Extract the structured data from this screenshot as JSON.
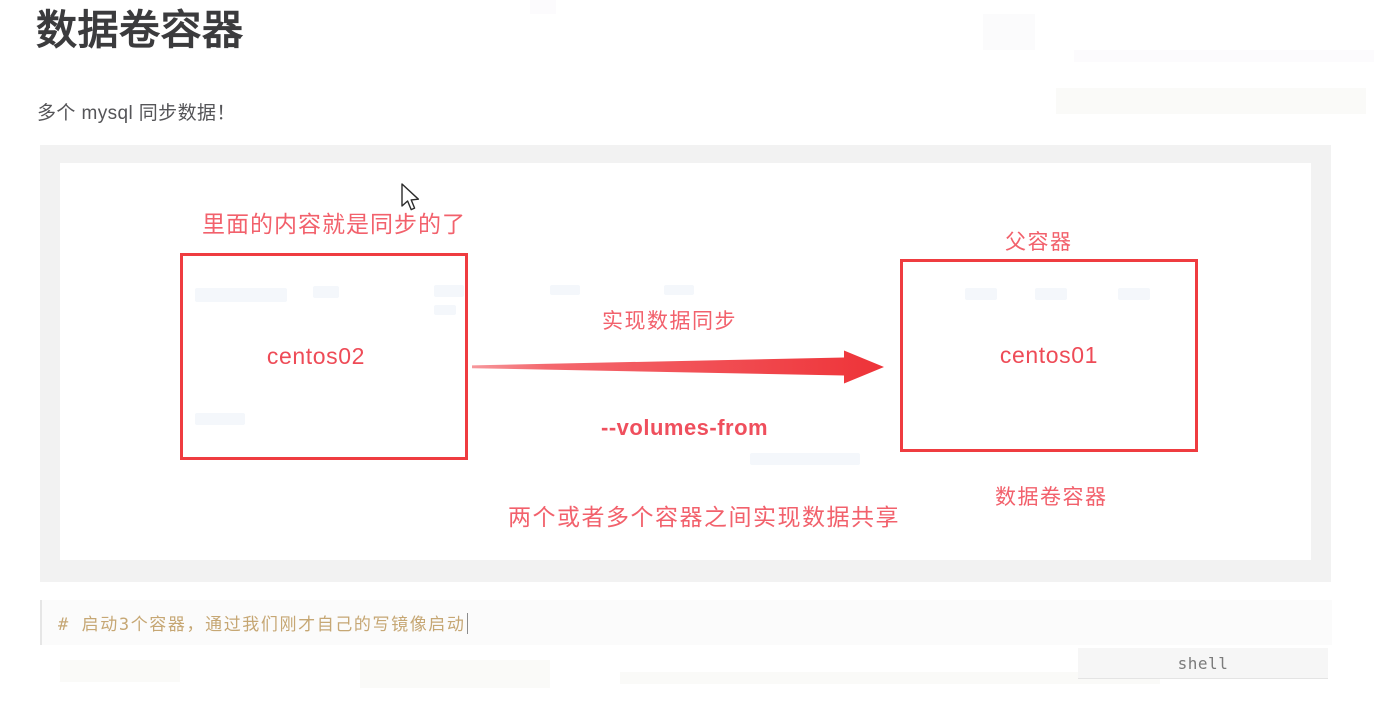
{
  "page": {
    "title": "数据卷容器",
    "subtitle": "多个 mysql 同步数据！"
  },
  "diagram": {
    "left_box": {
      "label": "centos02",
      "caption_above": "里面的内容就是同步的了"
    },
    "right_box": {
      "label": "centos01",
      "caption_above": "父容器",
      "caption_below": "数据卷容器"
    },
    "arrow": {
      "caption_above": "实现数据同步",
      "caption_below": "--volumes-from",
      "direction": "left-to-right"
    },
    "footer_caption": "两个或者多个容器之间实现数据共享",
    "colors": {
      "box_border": "#ef3c40",
      "text": "#f2616c",
      "arrow": "#ef3a3f",
      "figure_background": "#f2f2f2",
      "canvas": "#ffffff"
    }
  },
  "code": {
    "line": "# 启动3个容器，通过我们刚才自己的写镜像启动",
    "language_badge": "shell",
    "comment_color": "#c6a774"
  }
}
